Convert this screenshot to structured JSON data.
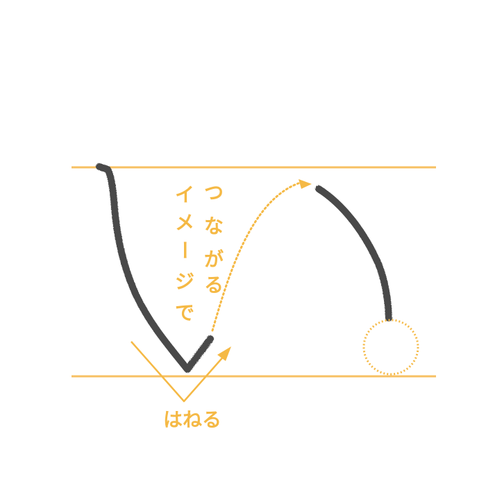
{
  "colors": {
    "guide": "#f7c063",
    "accent": "#f5b945",
    "ink": "#4a4a4a"
  },
  "annotations": {
    "vertical_chars": [
      "つ",
      "な",
      "が",
      "る"
    ],
    "vertical_chars_left": [
      "イ",
      "メ",
      "ー",
      "ジ",
      "で"
    ],
    "hane_label": "はねる"
  }
}
